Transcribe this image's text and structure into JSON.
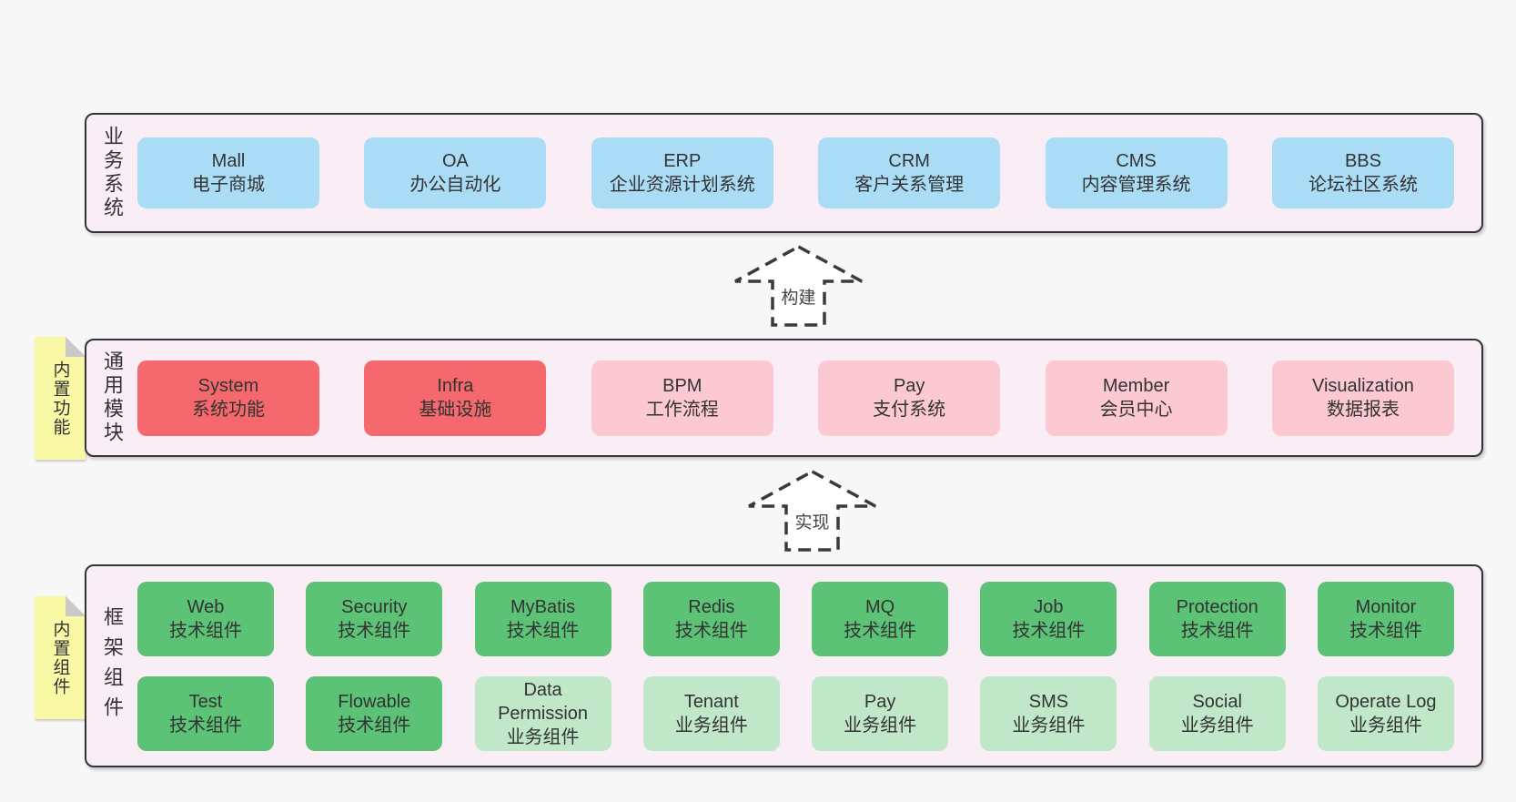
{
  "diagram": {
    "layers": {
      "business": {
        "label": "业务系统",
        "items": [
          {
            "title": "Mall",
            "subtitle": "电子商城",
            "variant": "blue"
          },
          {
            "title": "OA",
            "subtitle": "办公自动化",
            "variant": "blue"
          },
          {
            "title": "ERP",
            "subtitle": "企业资源计划系统",
            "variant": "blue"
          },
          {
            "title": "CRM",
            "subtitle": "客户关系管理",
            "variant": "blue"
          },
          {
            "title": "CMS",
            "subtitle": "内容管理系统",
            "variant": "blue"
          },
          {
            "title": "BBS",
            "subtitle": "论坛社区系统",
            "variant": "blue"
          }
        ]
      },
      "modules": {
        "label": "通用模块",
        "note": "内置功能",
        "items": [
          {
            "title": "System",
            "subtitle": "系统功能",
            "variant": "red"
          },
          {
            "title": "Infra",
            "subtitle": "基础设施",
            "variant": "red"
          },
          {
            "title": "BPM",
            "subtitle": "工作流程",
            "variant": "pink"
          },
          {
            "title": "Pay",
            "subtitle": "支付系统",
            "variant": "pink"
          },
          {
            "title": "Member",
            "subtitle": "会员中心",
            "variant": "pink"
          },
          {
            "title": "Visualization",
            "subtitle": "数据报表",
            "variant": "pink"
          }
        ]
      },
      "components": {
        "label": "框架组件",
        "note": "内置组件",
        "rows": [
          [
            {
              "title": "Web",
              "subtitle": "技术组件",
              "variant": "green"
            },
            {
              "title": "Security",
              "subtitle": "技术组件",
              "variant": "green"
            },
            {
              "title": "MyBatis",
              "subtitle": "技术组件",
              "variant": "green"
            },
            {
              "title": "Redis",
              "subtitle": "技术组件",
              "variant": "green"
            },
            {
              "title": "MQ",
              "subtitle": "技术组件",
              "variant": "green"
            },
            {
              "title": "Job",
              "subtitle": "技术组件",
              "variant": "green"
            },
            {
              "title": "Protection",
              "subtitle": "技术组件",
              "variant": "green"
            },
            {
              "title": "Monitor",
              "subtitle": "技术组件",
              "variant": "green"
            }
          ],
          [
            {
              "title": "Test",
              "subtitle": "技术组件",
              "variant": "green"
            },
            {
              "title": "Flowable",
              "subtitle": "技术组件",
              "variant": "green"
            },
            {
              "title": "Data Permission",
              "subtitle": "业务组件",
              "variant": "lightgreen"
            },
            {
              "title": "Tenant",
              "subtitle": "业务组件",
              "variant": "lightgreen"
            },
            {
              "title": "Pay",
              "subtitle": "业务组件",
              "variant": "lightgreen"
            },
            {
              "title": "SMS",
              "subtitle": "业务组件",
              "variant": "lightgreen"
            },
            {
              "title": "Social",
              "subtitle": "业务组件",
              "variant": "lightgreen"
            },
            {
              "title": "Operate Log",
              "subtitle": "业务组件",
              "variant": "lightgreen"
            }
          ]
        ]
      }
    },
    "arrows": [
      {
        "label": "构建"
      },
      {
        "label": "实现"
      }
    ],
    "colors": {
      "background": "#f7f7f7",
      "panel": "#f9eef6",
      "panel_border": "#333333",
      "blue": "#abdcf6",
      "red": "#f5686e",
      "pink": "#fcc8d1",
      "green": "#5cc276",
      "light_green": "#c1e7c9",
      "note_yellow": "#f9f8a5",
      "fold_gray": "#c9c9c9",
      "arrow_stroke": "#3a3a3a",
      "text": "#333333"
    }
  }
}
